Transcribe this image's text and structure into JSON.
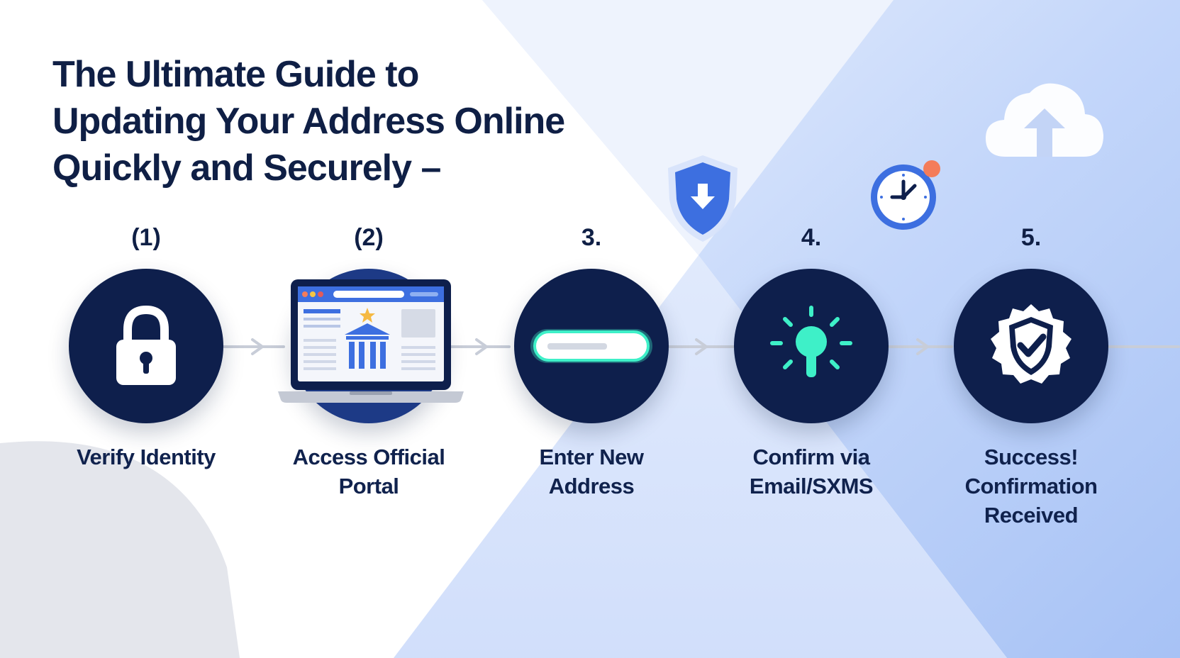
{
  "title": {
    "line1": "The Ultimate Guide to",
    "line2": "Updating Your Address Online",
    "line3": "Quickly and Securely –"
  },
  "steps": [
    {
      "number": "(1)",
      "label_lines": [
        "Verify Identity"
      ],
      "icon": "padlock-icon"
    },
    {
      "number": "(2)",
      "label_lines": [
        "Access Official",
        "Portal"
      ],
      "icon": "laptop-portal-icon"
    },
    {
      "number": "3.",
      "label_lines": [
        "Enter New",
        "Address"
      ],
      "icon": "input-field-icon"
    },
    {
      "number": "4.",
      "label_lines": [
        "Confirm via",
        "Email/SXMS"
      ],
      "icon": "lightbulb-icon"
    },
    {
      "number": "5.",
      "label_lines": [
        "Success!",
        "Confirmation",
        "Received"
      ],
      "icon": "badge-check-icon"
    }
  ],
  "decorations": [
    "shield-download-icon",
    "clock-icon",
    "cloud-upload-icon"
  ],
  "colors": {
    "navy": "#0e1f4c",
    "accent_blue": "#3d6fe0",
    "mint": "#3ef0c8",
    "background_blue": "#a9c4f6",
    "connector_gray": "#c8cdd8"
  }
}
